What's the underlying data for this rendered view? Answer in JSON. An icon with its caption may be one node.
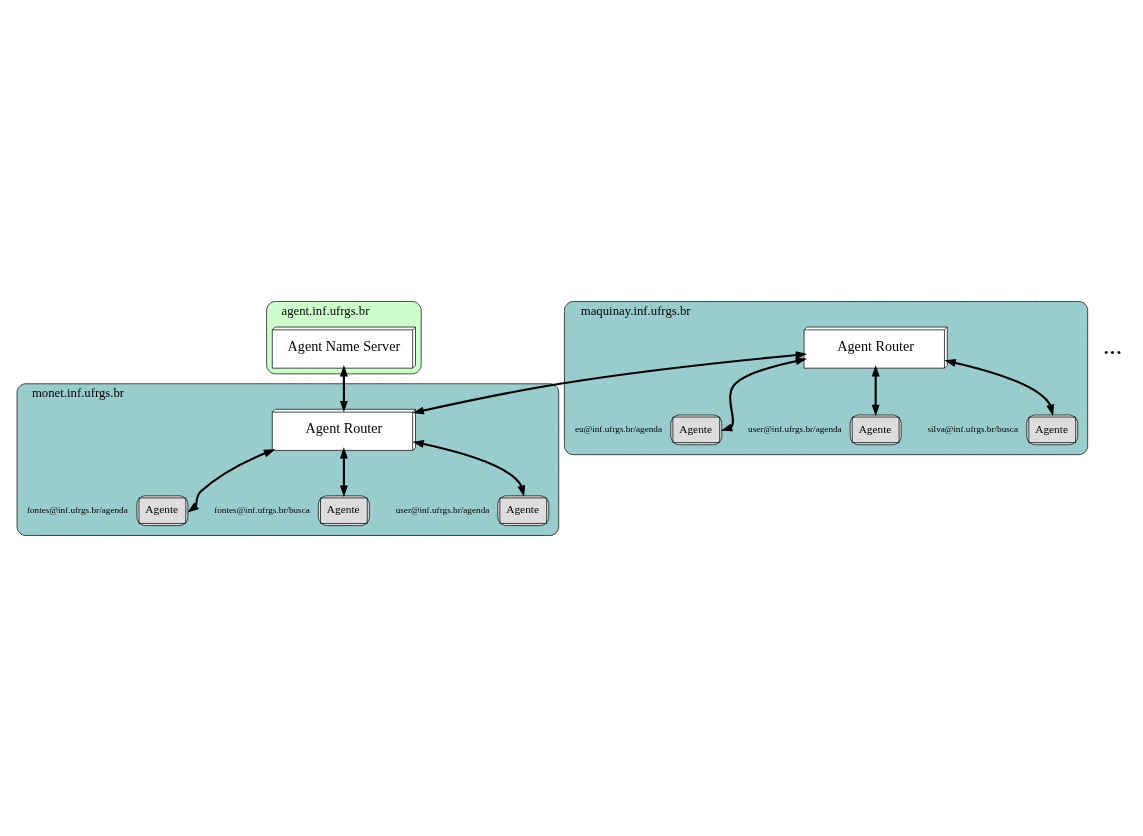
{
  "diagram": {
    "nodes": [
      {
        "text": [
          "agent.inf.ufrgs.br"
        ]
      },
      {
        "text": [
          "Agent Name Server"
        ],
        "in": 0
      },
      {
        "text": [
          "monet.inf.ufrgs.br"
        ]
      },
      {
        "text": [
          "Agent Router"
        ],
        "in": 2
      },
      {
        "text": [
          "Agente"
        ],
        "in": 2,
        "beside": [
          "fontes@inf.ufrgs.br/agenda"
        ]
      },
      {
        "text": [
          "Agente"
        ],
        "in": 2,
        "beside": [
          "fontes@inf.ufrgs.br/busca"
        ]
      },
      {
        "text": [
          "Agente"
        ],
        "in": 2,
        "beside": [
          "user@inf.ufrgs.br/agenda"
        ]
      },
      {
        "text": [
          "maquinay.inf.ufrgs.br"
        ]
      },
      {
        "text": [
          "Agent Router"
        ],
        "in": 7
      },
      {
        "text": [
          "Agente"
        ],
        "in": 7,
        "beside": [
          "eu@inf.ufrgs.br/agenda"
        ]
      },
      {
        "text": [
          "Agente"
        ],
        "in": 7,
        "beside": [
          "user@inf.ufrgs.br/agenda"
        ]
      },
      {
        "text": [
          "Agente"
        ],
        "in": 7,
        "beside": [
          "silva@inf.ufrgs.br/busca"
        ]
      }
    ],
    "edges": [
      {
        "from": 1,
        "to": 3,
        "arrow": "both"
      },
      {
        "from": 3,
        "to": 8,
        "arrow": "both"
      },
      {
        "from": 3,
        "to": 4,
        "arrow": "both"
      },
      {
        "from": 3,
        "to": 5,
        "arrow": "both"
      },
      {
        "from": 3,
        "to": 6,
        "arrow": "both"
      },
      {
        "from": 8,
        "to": 9,
        "arrow": "both"
      },
      {
        "from": 8,
        "to": 10,
        "arrow": "both"
      },
      {
        "from": 8,
        "to": 11,
        "arrow": "both"
      }
    ],
    "labels": [
      "..."
    ]
  }
}
